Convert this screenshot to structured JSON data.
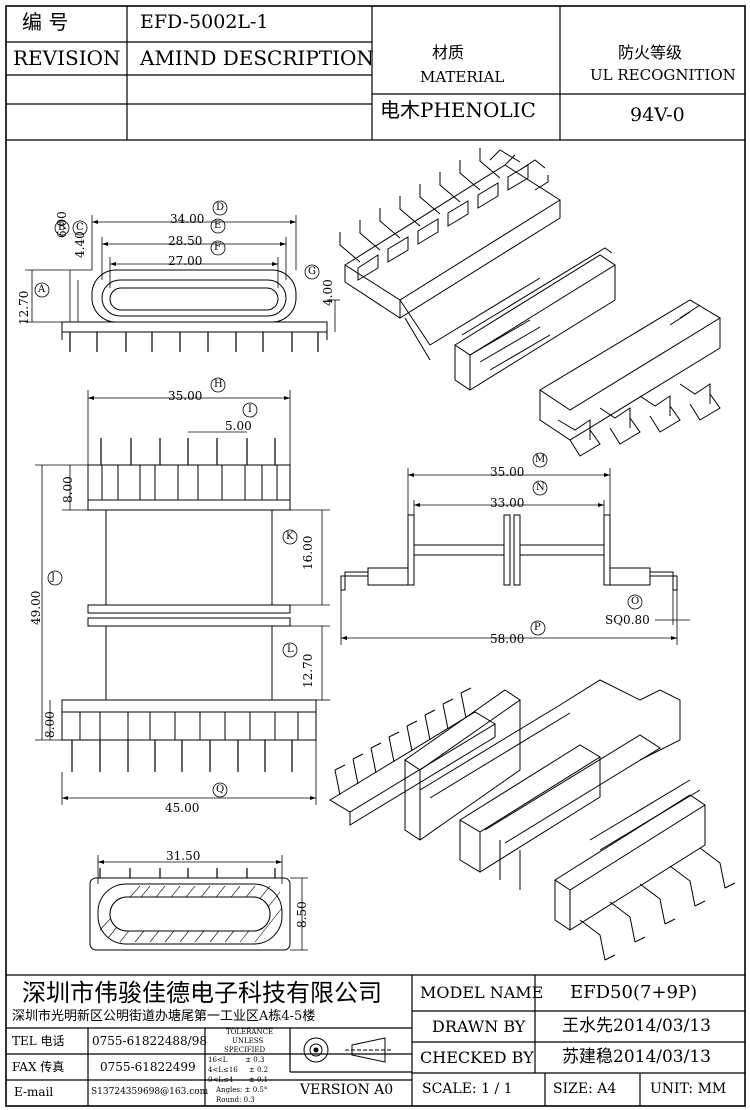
{
  "header": {
    "code_label": "编   号",
    "code_value": "EFD-5002L-1",
    "revision_label": "REVISION",
    "amind_label": "AMIND DESCRIPTION",
    "material_cn": "材质",
    "material_en": "MATERIAL",
    "material_value": "电木PHENOLIC",
    "ul_cn": "防火等级",
    "ul_en": "UL RECOGNITION",
    "ul_value": "94V-0"
  },
  "dimensions": {
    "d34": "34.00",
    "d28_5": "28.50",
    "d27": "27.00",
    "d6": "6.00",
    "d4_4": "4.40",
    "d12_7a": "12.70",
    "d4": "4.00",
    "d35a": "35.00",
    "d5": "5.00",
    "d8a": "8.00",
    "d16": "16.00",
    "d49": "49.00",
    "d12_7b": "12.70",
    "d8b": "8.00",
    "d45": "45.00",
    "d35b": "35.00",
    "d33": "33.00",
    "dsq": "SQ0.80",
    "d58": "58.00",
    "d31_5": "31.50",
    "d8_5": "8.50"
  },
  "markers": {
    "A": "A",
    "B": "B",
    "C": "C",
    "D": "D",
    "E": "E",
    "F": "F",
    "G": "G",
    "H": "H",
    "I": "I",
    "J": "J",
    "K": "K",
    "L": "L",
    "M": "M",
    "N": "N",
    "O": "O",
    "P": "P",
    "Q": "Q"
  },
  "footer": {
    "company": "深圳市伟骏佳德电子科技有限公司",
    "address": "深圳市光明新区公明街道办塘尾第一工业区A栋4-5楼",
    "tel_label": "TEL 电话",
    "tel_value": "0755-61822488/98",
    "fax_label": "FAX 传真",
    "fax_value": "0755-61822499",
    "email_label": "E-mail",
    "email_value": "S13724359698@163.com",
    "tol_title1": "TOLERANCE",
    "tol_title2": "UNLESS",
    "tol_title3": "SPECIFIED",
    "tol_r1": "16<L        ± 0.3",
    "tol_r2": "4<L≤16     ± 0.2",
    "tol_r3": "0<L≤4       ± 0.1",
    "tol_r4": "Angles: ± 0.5°",
    "tol_r5": "Round: 0.3",
    "version": "VERSION A0",
    "model_label": "MODEL NAME",
    "model_value": "EFD50(7+9P)",
    "drawn_label": "DRAWN BY",
    "drawn_value": "王水先2014/03/13",
    "checked_label": "CHECKED BY",
    "checked_value": "苏建稳2014/03/13",
    "scale_label": "SCALE: 1 / 1",
    "size_label": "SIZE: A4",
    "unit_label": "UNIT: MM"
  }
}
